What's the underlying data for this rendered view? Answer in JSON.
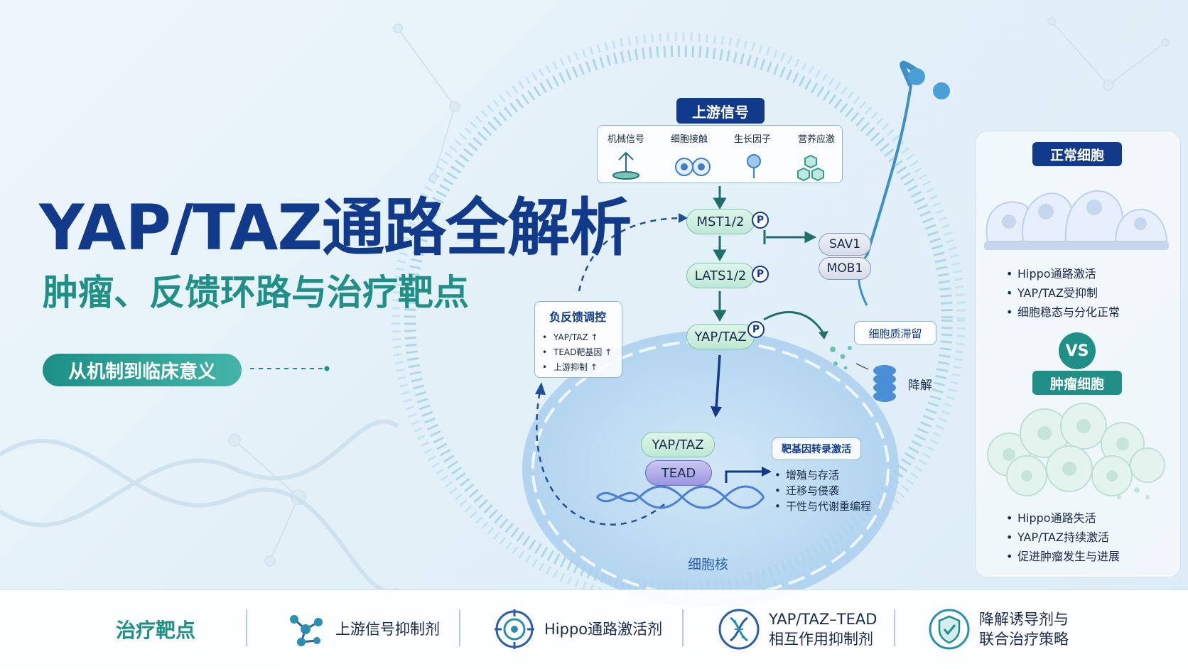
{
  "title": "YAP/TAZ通路全解析",
  "subtitle": "肿瘤、反馈环路与治疗靶点",
  "tagline": "从机制到临床意义",
  "upstream": {
    "label": "上游信号",
    "signals": [
      "机械信号",
      "细胞接触",
      "生长因子",
      "营养应激"
    ]
  },
  "kinases": {
    "mst": "MST1/2",
    "lats": "LATS1/2",
    "yaptaz": "YAP/TAZ",
    "sav": "SAV1",
    "mob": "MOB1",
    "p": "P"
  },
  "feedback": {
    "title": "负反馈调控",
    "items": [
      "YAP/TAZ ↑",
      "TEAD靶基因 ↑",
      "上游抑制 ↑"
    ]
  },
  "cytoplasm": {
    "retention": "细胞质滞留",
    "degradation": "降解"
  },
  "nucleus": {
    "label": "细胞核",
    "yaptaz": "YAP/TAZ",
    "tead": "TEAD",
    "target_title": "靶基因转录激活",
    "targets": [
      "增殖与存活",
      "迁移与侵袭",
      "干性与代谢重编程"
    ]
  },
  "comparison": {
    "normal_label": "正常细胞",
    "normal_items": [
      "Hippo通路激活",
      "YAP/TAZ受抑制",
      "细胞稳态与分化正常"
    ],
    "vs": "VS",
    "tumor_label": "肿瘤细胞",
    "tumor_items": [
      "Hippo通路失活",
      "YAP/TAZ持续激活",
      "促进肿瘤发生与进展"
    ]
  },
  "therapy": {
    "label": "治疗靶点",
    "items": [
      {
        "icon": "molecule-icon",
        "lines": [
          "上游信号抑制剂"
        ]
      },
      {
        "icon": "target-icon",
        "lines": [
          "Hippo通路激活剂"
        ]
      },
      {
        "icon": "dna-icon",
        "lines": [
          "YAP/TAZ–TEAD",
          "相互作用抑制剂"
        ]
      },
      {
        "icon": "shield-icon",
        "lines": [
          "降解诱导剂与",
          "联合治疗策略"
        ]
      }
    ]
  },
  "colors": {
    "navy": "#123a8a",
    "teal": "#1f8f88",
    "green_node": "#bfe8d6",
    "purple_node": "#9a97e0"
  }
}
